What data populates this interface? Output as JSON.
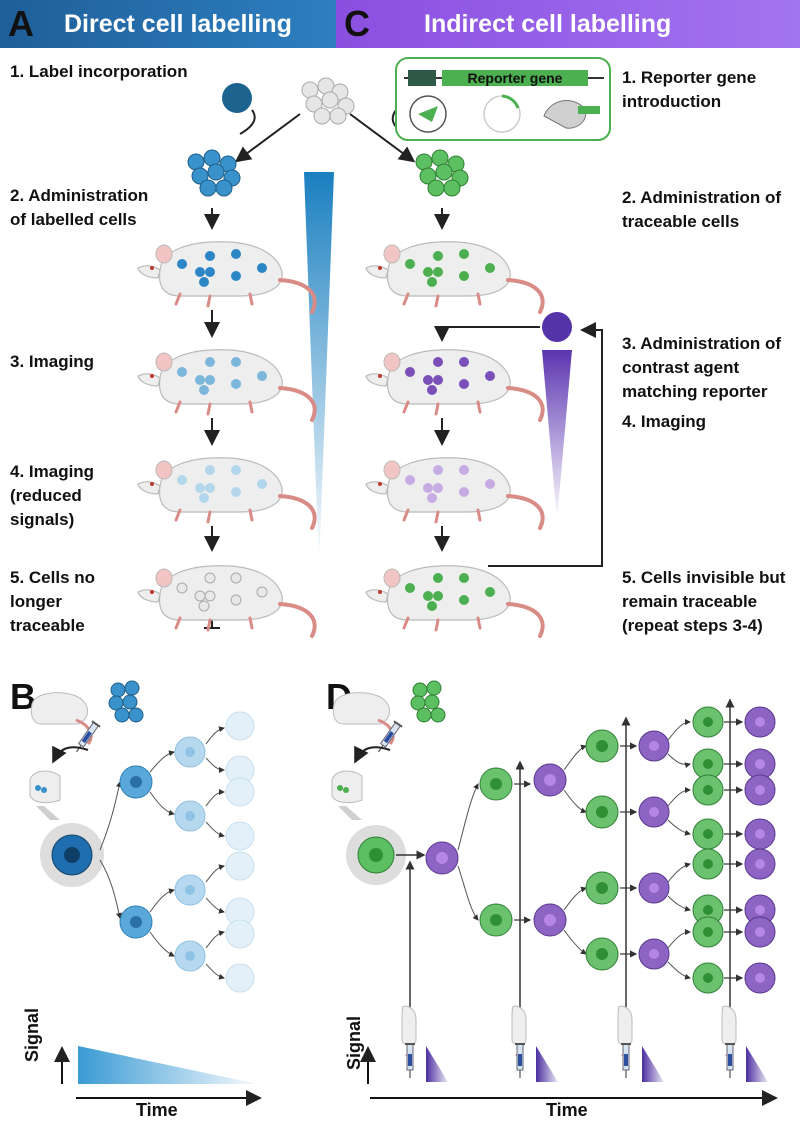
{
  "panels": {
    "A": {
      "letter": "A",
      "title": "Direct cell labelling"
    },
    "C": {
      "letter": "C",
      "title": "Indirect cell labelling"
    },
    "B": {
      "letter": "B"
    },
    "D": {
      "letter": "D"
    }
  },
  "direct_steps": [
    "1. Label incorporation",
    "2. Administration\nof labelled cells",
    "3. Imaging",
    "4. Imaging\n(reduced\nsignals)",
    "5. Cells no\nlonger\ntraceable"
  ],
  "indirect_steps": [
    "1. Reporter gene\nintroduction",
    "2. Administration of\ntraceable cells",
    "3. Administration of\ncontrast agent\nmatching reporter",
    "4. Imaging",
    "5. Cells invisible but\nremain traceable\n(repeat steps 3-4)"
  ],
  "reporter_label": "Reporter gene",
  "axes": {
    "B": {
      "ylabel": "Signal",
      "xlabel": "Time"
    },
    "D": {
      "ylabel": "Signal",
      "xlabel": "Time"
    }
  },
  "colors": {
    "direct": "#2b7fc1",
    "indirect_green": "#4caf50",
    "contrast_purple": "#6a3fb5",
    "header_a": "#1f5f99",
    "header_c": "#9b67ee"
  }
}
